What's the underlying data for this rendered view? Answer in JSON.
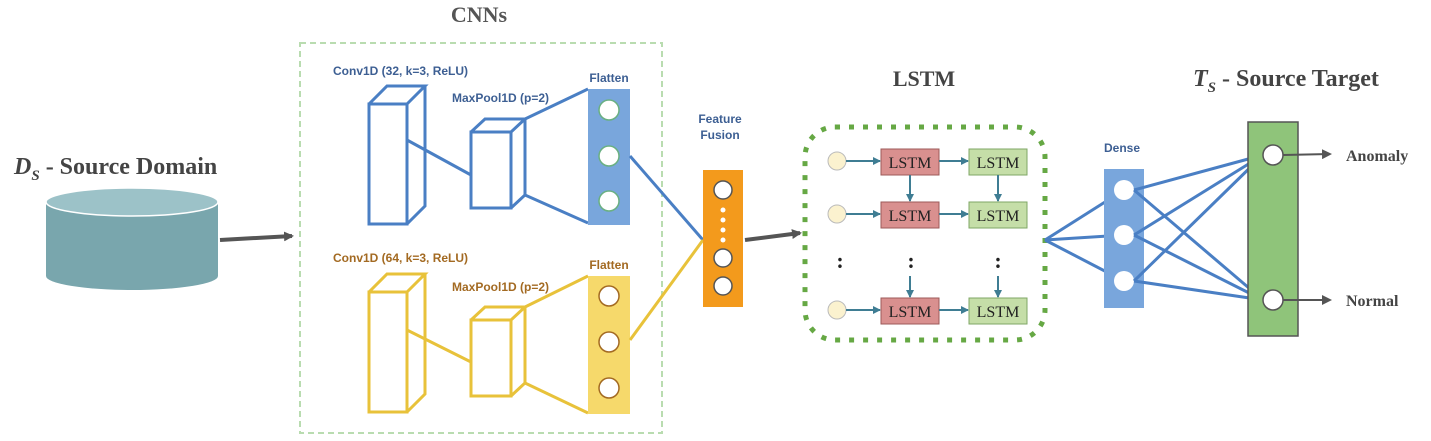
{
  "source_domain": {
    "symbol": "D",
    "subscript": "S",
    "text": " - Source Domain"
  },
  "cnn": {
    "title": "CNNs",
    "branch1": {
      "conv_label": "Conv1D (32, k=3, ReLU)",
      "pool_label": "MaxPool1D (p=2)",
      "flatten_label": "Flatten"
    },
    "branch2": {
      "conv_label": "Conv1D (64, k=3, ReLU)",
      "pool_label": "MaxPool1D (p=2)",
      "flatten_label": "Flatten"
    }
  },
  "fusion": {
    "label_line1": "Feature",
    "label_line2": "Fusion"
  },
  "lstm": {
    "title": "LSTM",
    "cell_label": "LSTM",
    "ellipsis": ":"
  },
  "dense": {
    "label": "Dense"
  },
  "target": {
    "symbol": "T",
    "subscript": "S",
    "text": " - Source Target",
    "outputs": [
      "Anomaly",
      "Normal"
    ]
  },
  "colors": {
    "blue": "#4a7fc4",
    "blue_fill": "#79a6dc",
    "yellow": "#e8c23a",
    "yellow_fill": "#f6d96b",
    "orange": "#f39a1c",
    "green_box": "#8fc47a",
    "lstm_red": "#d9908f",
    "lstm_green": "#c5dea8",
    "cylinder": "#79a6ad",
    "dashed_green": "#b9dcb0",
    "dotted_green": "#66a844",
    "dark_arrow": "#555555"
  }
}
